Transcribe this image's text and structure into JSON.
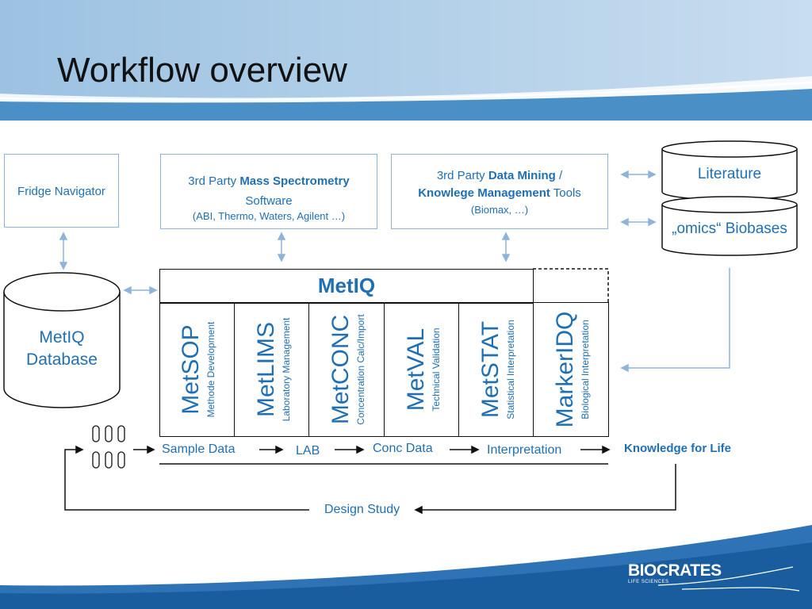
{
  "title": "Workflow overview",
  "boxes": {
    "fridge": "Fridge Navigator",
    "mass_spec": {
      "line1_pre": "3rd Party ",
      "line1_bold": "Mass Spectrometry",
      "line2": "Software",
      "line3": "(ABI, Thermo, Waters, Agilent …)"
    },
    "data_mining": {
      "line1_pre": "3rd Party ",
      "line1_bold": "Data Mining",
      "line1_post": " /",
      "line2_bold": "Knowlege Management",
      "line2_post": " Tools",
      "line3": "(Biomax, …)"
    },
    "literature": "Literature",
    "omics": "„omics“ Biobases",
    "database": {
      "line1": "MetIQ",
      "line2": "Database"
    }
  },
  "metiq": {
    "title": "MetIQ",
    "modules": [
      {
        "name": "MetSOP",
        "sub": "Methode Development"
      },
      {
        "name": "MetLIMS",
        "sub": "Laboratory Management"
      },
      {
        "name": "MetCONC",
        "sub": "Concentration Calc/Import"
      },
      {
        "name": "MetVAL",
        "sub": "Technical Validation"
      },
      {
        "name": "MetSTAT",
        "sub": "Statistical Interpretation"
      },
      {
        "name": "MarkerIDQ",
        "sub": "Biological Interpretation"
      }
    ]
  },
  "flow": {
    "sample_data": "Sample Data",
    "lab": "LAB",
    "conc_data": "Conc Data",
    "interpretation": "Interpretation",
    "knowledge": "Knowledge for Life",
    "design_study": "Design Study"
  },
  "logo": {
    "name": "BIOCRATES",
    "tagline": "LIFE SCIENCES"
  },
  "colors": {
    "accent": "#1f6fb3",
    "box_border": "#8fb3d9",
    "header_light": "#a9c9e4",
    "header_dark": "#4a8fc6"
  }
}
